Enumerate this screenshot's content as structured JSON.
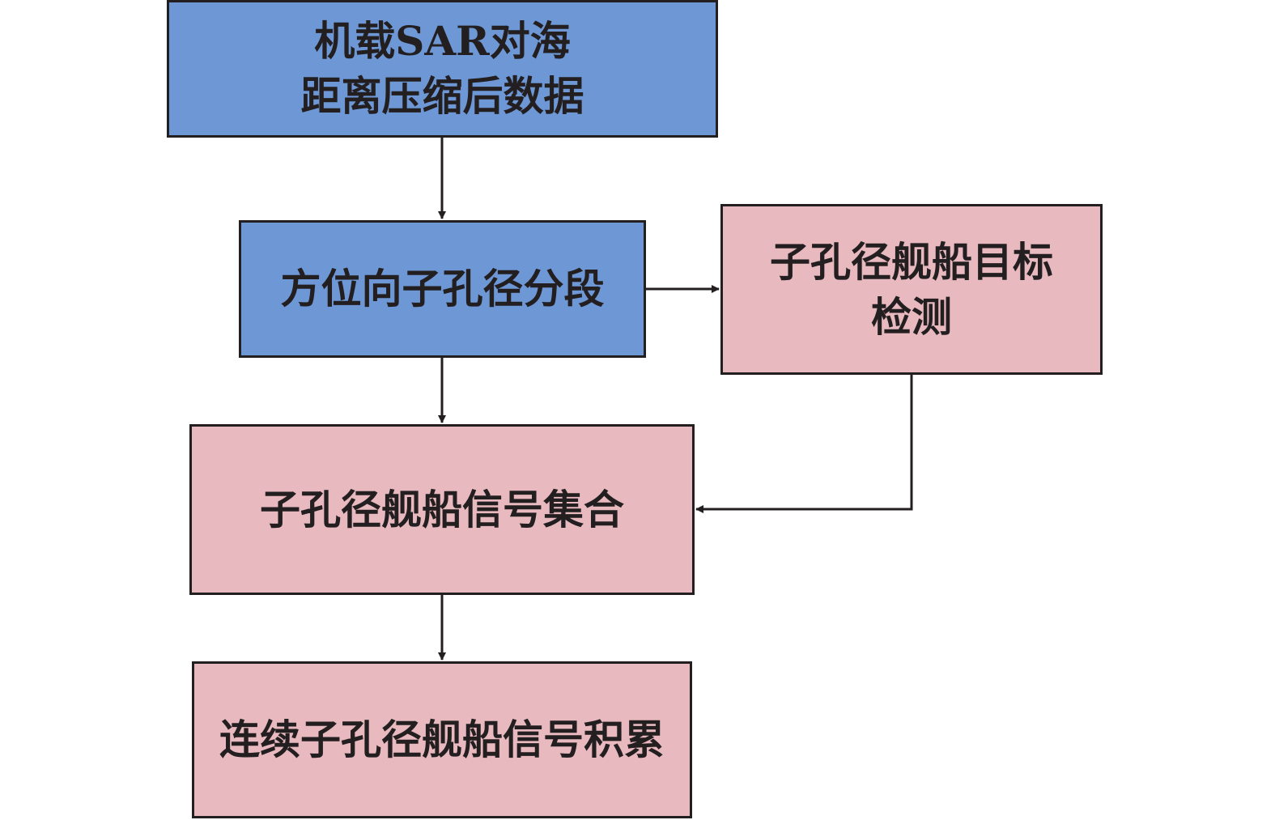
{
  "colors": {
    "process_blue": "#6d97d5",
    "process_pink": "#e8b9bf",
    "stroke": "#231f20"
  },
  "nodes": [
    {
      "id": "input",
      "lines": [
        "机载SAR对海",
        "距离压缩后数据"
      ],
      "color": "blue"
    },
    {
      "id": "segment",
      "lines": [
        "方位向子孔径分段"
      ],
      "color": "blue"
    },
    {
      "id": "detect",
      "lines": [
        "子孔径舰船目标",
        "检测"
      ],
      "color": "pink"
    },
    {
      "id": "collect",
      "lines": [
        "子孔径舰船信号集合"
      ],
      "color": "pink"
    },
    {
      "id": "accumulate",
      "lines": [
        "连续子孔径舰船信号积累"
      ],
      "color": "pink"
    }
  ],
  "edges": [
    {
      "from": "input",
      "to": "segment"
    },
    {
      "from": "segment",
      "to": "detect"
    },
    {
      "from": "segment",
      "to": "collect"
    },
    {
      "from": "detect",
      "to": "collect"
    },
    {
      "from": "collect",
      "to": "accumulate"
    }
  ]
}
